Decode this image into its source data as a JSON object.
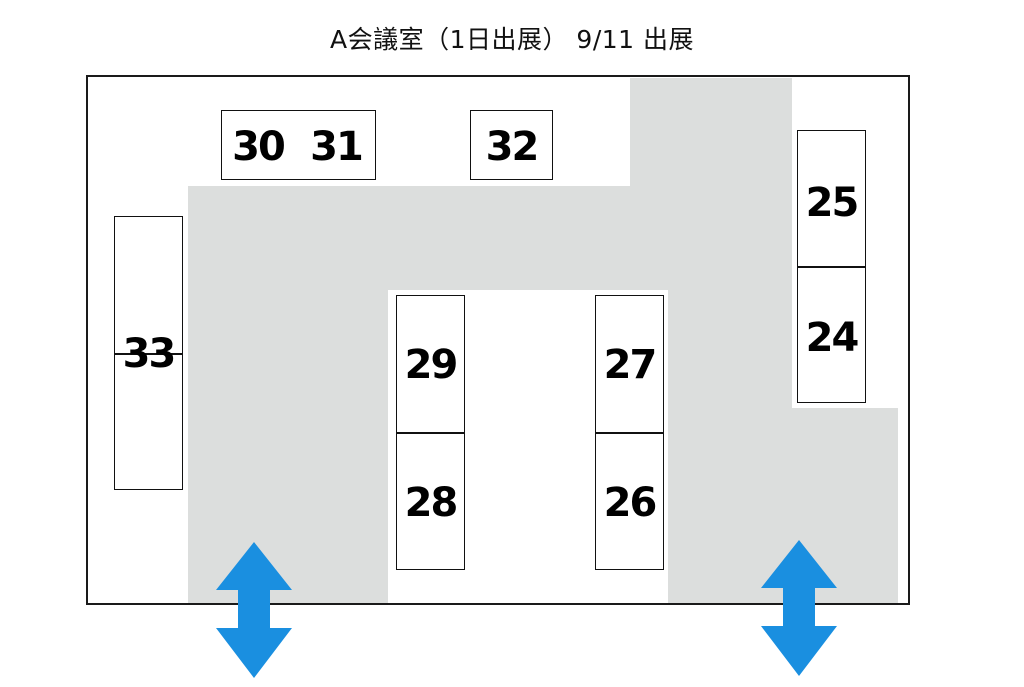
{
  "title": "A会議室（1日出展） 9/11 出展",
  "booths": {
    "b24": "24",
    "b25": "25",
    "b26": "26",
    "b27": "27",
    "b28": "28",
    "b29": "29",
    "b30": "30",
    "b31": "31",
    "b32": "32",
    "b33": "33"
  },
  "colors": {
    "aisle": "#dcdedd",
    "entrance_arrow": "#1a8fe0",
    "outline": "#1a1a1a"
  },
  "icons": [
    "entrance-arrow-icon",
    "entrance-arrow-icon"
  ]
}
